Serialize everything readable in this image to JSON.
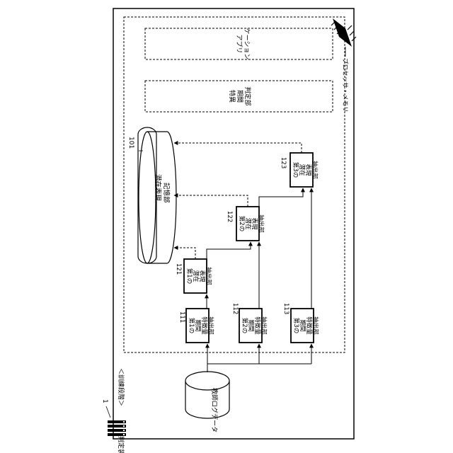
{
  "figure": {
    "device_label": "判定装置",
    "device_ref": "1",
    "phase_label": "＜訓練段階＞",
    "processor_label": "プロセッサ・メモリ",
    "app_label": [
      "アプリ",
      "ケーション"
    ],
    "period_judge_label": [
      "特異",
      "期間",
      "判定部"
    ],
    "storage_label": [
      "潜在表現",
      "記憶部"
    ],
    "storage_ref": "101",
    "teacher_data_label": "教師ログデータ",
    "feature_extractors": [
      {
        "ref": "111",
        "lines": [
          "第1の",
          "期間",
          "特徴量",
          "抽出部"
        ]
      },
      {
        "ref": "112",
        "lines": [
          "第2の",
          "期間",
          "特徴量",
          "抽出部"
        ]
      },
      {
        "ref": "113",
        "lines": [
          "第3の",
          "期間",
          "特徴量",
          "抽出部"
        ]
      }
    ],
    "latent_extractors": [
      {
        "ref": "121",
        "lines": [
          "第1の",
          "潜在",
          "表現",
          "抽出部"
        ]
      },
      {
        "ref": "122",
        "lines": [
          "第2の",
          "潜在",
          "表現",
          "抽出部"
        ]
      },
      {
        "ref": "123",
        "lines": [
          "第3の",
          "潜在",
          "表現",
          "抽出部"
        ]
      }
    ]
  }
}
